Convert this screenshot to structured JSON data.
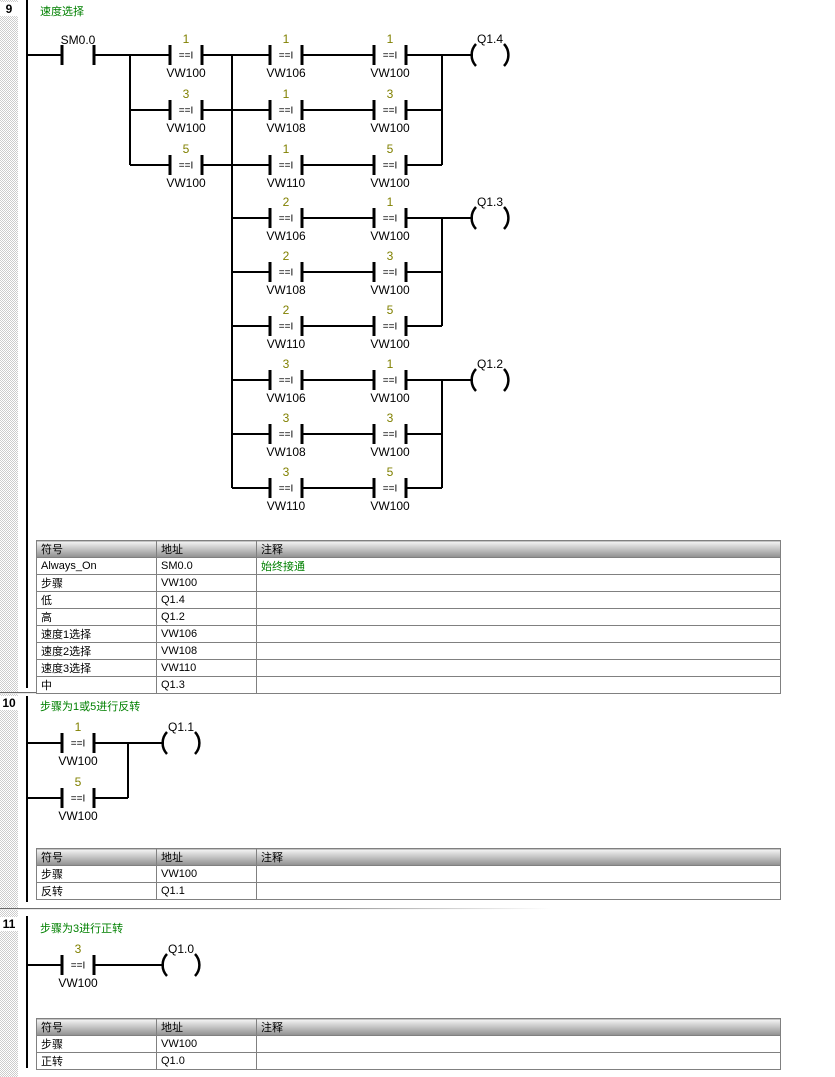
{
  "colors": {
    "title_green": "#008000",
    "comment_green": "#008000",
    "compare_value_olive": "#808000",
    "line_black": "#000000",
    "table_border_gray": "#808080"
  },
  "table_headers": [
    "符号",
    "地址",
    "注释"
  ],
  "networks": [
    {
      "number": "9",
      "title": "速度选择",
      "ladder": {
        "compare_op": "==I",
        "main_contact": "SM0.0",
        "step_rows": [
          {
            "value": "1",
            "operand": "VW100"
          },
          {
            "value": "3",
            "operand": "VW100"
          },
          {
            "value": "5",
            "operand": "VW100"
          }
        ],
        "output_groups": [
          {
            "coil": "Q1.4",
            "rows": [
              {
                "a_value": "1",
                "a_operand": "VW106",
                "b_value": "1",
                "b_operand": "VW100"
              },
              {
                "a_value": "1",
                "a_operand": "VW108",
                "b_value": "3",
                "b_operand": "VW100"
              },
              {
                "a_value": "1",
                "a_operand": "VW110",
                "b_value": "5",
                "b_operand": "VW100"
              }
            ]
          },
          {
            "coil": "Q1.3",
            "rows": [
              {
                "a_value": "2",
                "a_operand": "VW106",
                "b_value": "1",
                "b_operand": "VW100"
              },
              {
                "a_value": "2",
                "a_operand": "VW108",
                "b_value": "3",
                "b_operand": "VW100"
              },
              {
                "a_value": "2",
                "a_operand": "VW110",
                "b_value": "5",
                "b_operand": "VW100"
              }
            ]
          },
          {
            "coil": "Q1.2",
            "rows": [
              {
                "a_value": "3",
                "a_operand": "VW106",
                "b_value": "1",
                "b_operand": "VW100"
              },
              {
                "a_value": "3",
                "a_operand": "VW108",
                "b_value": "3",
                "b_operand": "VW100"
              },
              {
                "a_value": "3",
                "a_operand": "VW110",
                "b_value": "5",
                "b_operand": "VW100"
              }
            ]
          }
        ]
      },
      "symbol_table": [
        {
          "symbol": "Always_On",
          "address": "SM0.0",
          "comment": "始终接通"
        },
        {
          "symbol": "步骤",
          "address": "VW100",
          "comment": ""
        },
        {
          "symbol": "低",
          "address": "Q1.4",
          "comment": ""
        },
        {
          "symbol": "高",
          "address": "Q1.2",
          "comment": ""
        },
        {
          "symbol": "速度1选择",
          "address": "VW106",
          "comment": ""
        },
        {
          "symbol": "速度2选择",
          "address": "VW108",
          "comment": ""
        },
        {
          "symbol": "速度3选择",
          "address": "VW110",
          "comment": ""
        },
        {
          "symbol": "中",
          "address": "Q1.3",
          "comment": ""
        }
      ]
    },
    {
      "number": "10",
      "title": "步骤为1或5进行反转",
      "ladder": {
        "compare_op": "==I",
        "parallel_rows": [
          {
            "value": "1",
            "operand": "VW100"
          },
          {
            "value": "5",
            "operand": "VW100"
          }
        ],
        "coil": "Q1.1"
      },
      "symbol_table": [
        {
          "symbol": "步骤",
          "address": "VW100",
          "comment": ""
        },
        {
          "symbol": "反转",
          "address": "Q1.1",
          "comment": ""
        }
      ]
    },
    {
      "number": "11",
      "title": "步骤为3进行正转",
      "ladder": {
        "compare_op": "==I",
        "parallel_rows": [
          {
            "value": "3",
            "operand": "VW100"
          }
        ],
        "coil": "Q1.0"
      },
      "symbol_table": [
        {
          "symbol": "步骤",
          "address": "VW100",
          "comment": ""
        },
        {
          "symbol": "正转",
          "address": "Q1.0",
          "comment": ""
        }
      ]
    }
  ]
}
